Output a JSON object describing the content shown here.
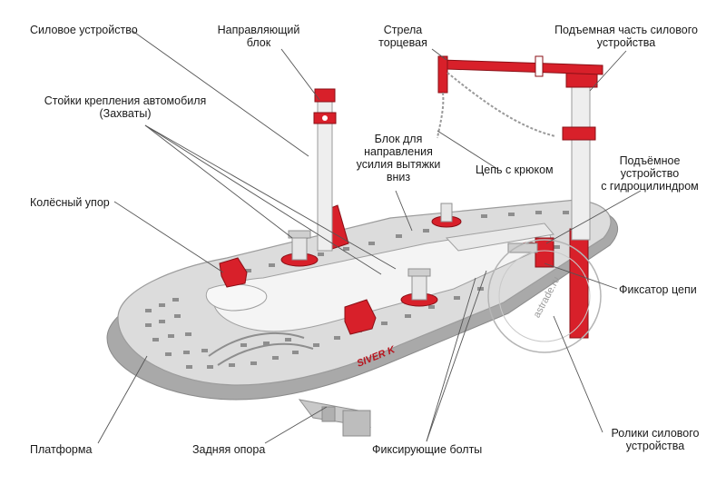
{
  "labels": {
    "power_unit": "Силовое устройство",
    "guide_block": "Направляющий\nблок",
    "end_boom": "Стрела\nторцевая",
    "lifting_part": "Подъемная часть силового\nустройства",
    "clamps": "Стойки крепления автомобиля\n(Захваты)",
    "down_pull_block": "Блок для\nнаправления\nусилия вытяжки\nвниз",
    "hook_chain": "Цепь с крюком",
    "hydraulic_lift": "Подъёмное\nустройство\nс гидроцилиндром",
    "wheel_stop": "Колёсный упор",
    "chain_lock": "Фиксатор цепи",
    "platform": "Платформа",
    "rear_support": "Задняя опора",
    "fixing_bolts": "Фиксирующие болты",
    "power_unit_rollers": "Ролики силового\nустройства"
  },
  "branding": {
    "model_text": "SIVER K",
    "watermark": "astrade.ru"
  },
  "colors": {
    "accent_red": "#d8202a",
    "platform_gray": "#d9d9d9",
    "platform_dark": "#a8a8a8",
    "leader_line": "#555555"
  }
}
